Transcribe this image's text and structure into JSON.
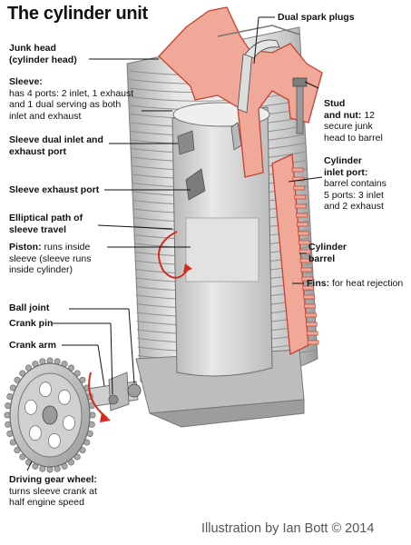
{
  "title": "The cylinder unit",
  "credit": "Illustration by Ian Bott © 2014",
  "labels": {
    "dual_spark_plugs": "Dual spark plugs",
    "junk_head_title": "Junk head",
    "junk_head_sub": "(cylinder head)",
    "sleeve_title": "Sleeve:",
    "sleeve_line1": "has 4 ports: 2 inlet, 1 exhaust",
    "sleeve_line2": "and 1 dual serving as both",
    "sleeve_line3": "inlet and exhaust",
    "stud_title1": "Stud",
    "stud_title2": "and nut:",
    "stud_text1": "12",
    "stud_text2": "secure junk",
    "stud_text3": "head to barrel",
    "sleeve_dual_1": "Sleeve dual inlet and",
    "sleeve_dual_2": "exhaust port",
    "cyl_inlet_1": "Cylinder",
    "cyl_inlet_2": "inlet port:",
    "cyl_inlet_3": "barrel contains",
    "cyl_inlet_4": "5 ports: 3 inlet",
    "cyl_inlet_5": "and 2 exhaust",
    "sleeve_exhaust": "Sleeve exhaust port",
    "elliptical_1": "Elliptical path of",
    "elliptical_2": "sleeve travel",
    "piston_title": "Piston:",
    "piston_1": "runs inside",
    "piston_2": "sleeve (sleeve runs",
    "piston_3": "inside cylinder)",
    "cyl_barrel_1": "Cylinder",
    "cyl_barrel_2": "barrel",
    "fins_title": "Fins:",
    "fins_text": "for heat rejection",
    "ball_joint": "Ball joint",
    "crank_pin": "Crank pin",
    "crank_arm": "Crank arm",
    "gear_title": "Driving gear wheel:",
    "gear_1": "turns sleeve crank at",
    "gear_2": "half engine speed"
  },
  "colors": {
    "section_red": "#f0a898",
    "section_outline": "#c8412e",
    "metal_light": "#e9e9e9",
    "metal_mid": "#c9c9c9",
    "metal_dark": "#8e8e8e",
    "arrow_red": "#d62a1c"
  }
}
